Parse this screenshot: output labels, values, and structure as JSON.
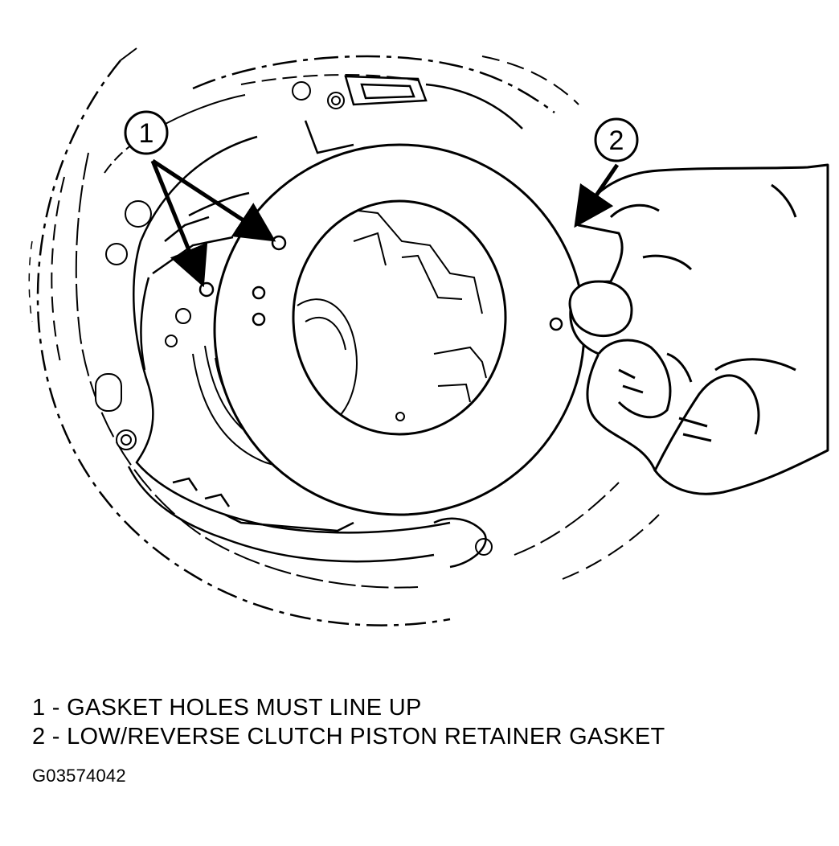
{
  "diagram": {
    "callouts": [
      {
        "number": "1"
      },
      {
        "number": "2"
      }
    ]
  },
  "legend": [
    {
      "text": "1 - GASKET HOLES MUST LINE UP"
    },
    {
      "text": "2 - LOW/REVERSE CLUTCH PISTON RETAINER GASKET"
    }
  ],
  "figure_id": "G03574042",
  "colors": {
    "ink": "#000000",
    "paper": "#ffffff"
  }
}
